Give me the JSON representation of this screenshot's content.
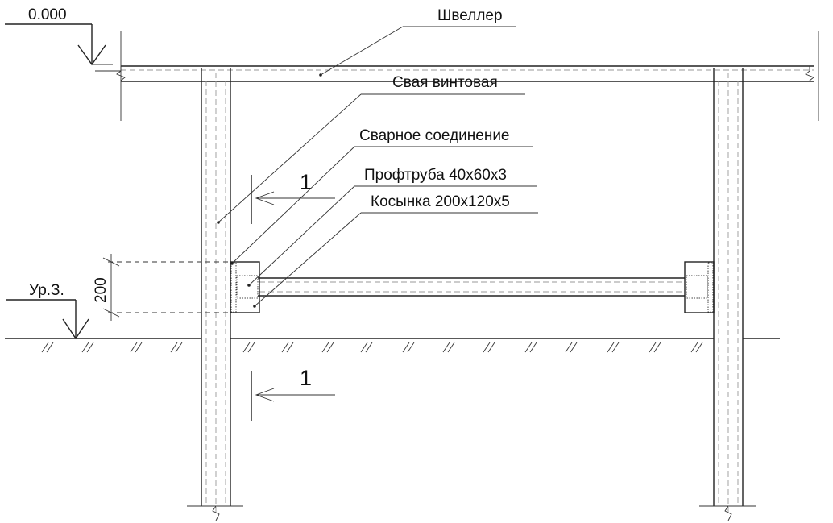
{
  "labels": {
    "elevation_zero": "0.000",
    "channel": "Швеллер",
    "screw_pile": "Свая винтовая",
    "weld": "Сварное соединение",
    "profile_tube": "Профтруба 40х60х3",
    "gusset": "Косынка 200х120х5",
    "ground_level": "Ур.З.",
    "dimension_200": "200",
    "section_top": "1",
    "section_bottom": "1"
  },
  "colors": {
    "line": "#222222",
    "centerline": "#999999",
    "background": "#ffffff"
  }
}
